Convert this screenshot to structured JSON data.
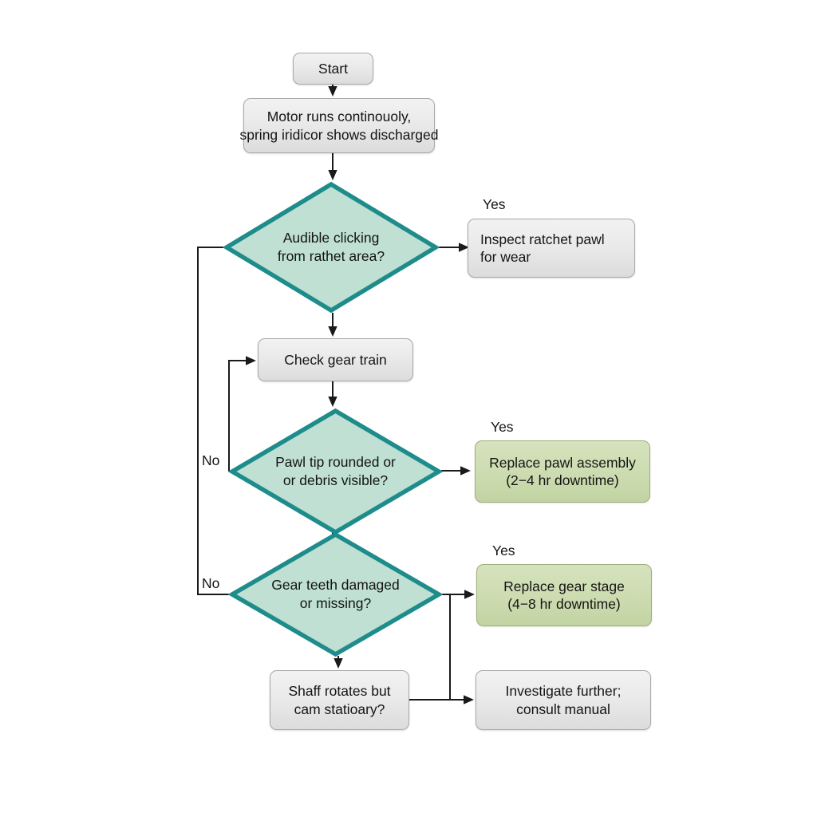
{
  "diagram": {
    "title": "Gearbox / ratchet troubleshooting flowchart",
    "background_color": "#ffffff",
    "colors": {
      "process_fill": "#eaeaea",
      "process_border": "#a8a8a8",
      "decision_fill": "#bfe0d2",
      "decision_border": "#1f8c8c",
      "action_fill": "#ccdcb0",
      "action_border": "#9fae7e",
      "connector": "#1a1a1a",
      "text": "#141414"
    },
    "nodes": {
      "start": {
        "label": "Start",
        "shape": "rounded-rect",
        "kind": "terminator"
      },
      "symptom": {
        "line1": "Motor runs continouoly,",
        "line2": "spring iridicor shows discharged",
        "shape": "rounded-rect",
        "kind": "process"
      },
      "decision_clicking": {
        "line1": "Audible clicking",
        "line2": "from rathet area?",
        "shape": "diamond",
        "kind": "decision"
      },
      "inspect_pawl": {
        "line1": "Inspect ratchet pawl",
        "line2": "for wear",
        "shape": "rounded-rect",
        "kind": "process"
      },
      "check_gear_train": {
        "label": "Check gear train",
        "shape": "rounded-rect",
        "kind": "process"
      },
      "decision_pawl": {
        "line1": "Pawl tip rounded or",
        "line2": "or debris visible?",
        "shape": "diamond",
        "kind": "decision"
      },
      "replace_pawl": {
        "line1": "Replace pawl assembly",
        "line2": "(2−4 hr downtime)",
        "shape": "rounded-rect",
        "kind": "action"
      },
      "decision_gear_teeth": {
        "line1": "Gear teeth damaged",
        "line2": "or missing?",
        "shape": "diamond",
        "kind": "decision"
      },
      "replace_gear": {
        "line1": "Replace gear stage",
        "line2": "(4−8 hr downtime)",
        "shape": "rounded-rect",
        "kind": "action"
      },
      "decision_shaft": {
        "line1": "Shaff rotates but",
        "line2": "cam statioary?",
        "shape": "rounded-rect",
        "kind": "decision"
      },
      "investigate": {
        "line1": "Investigate further;",
        "line2": "consult manual",
        "shape": "rounded-rect",
        "kind": "process"
      }
    },
    "edge_labels": {
      "yes_clicking": "Yes",
      "yes_pawl": "Yes",
      "yes_gear": "Yes",
      "no_clicking": "No",
      "no_pawl": "No"
    }
  }
}
